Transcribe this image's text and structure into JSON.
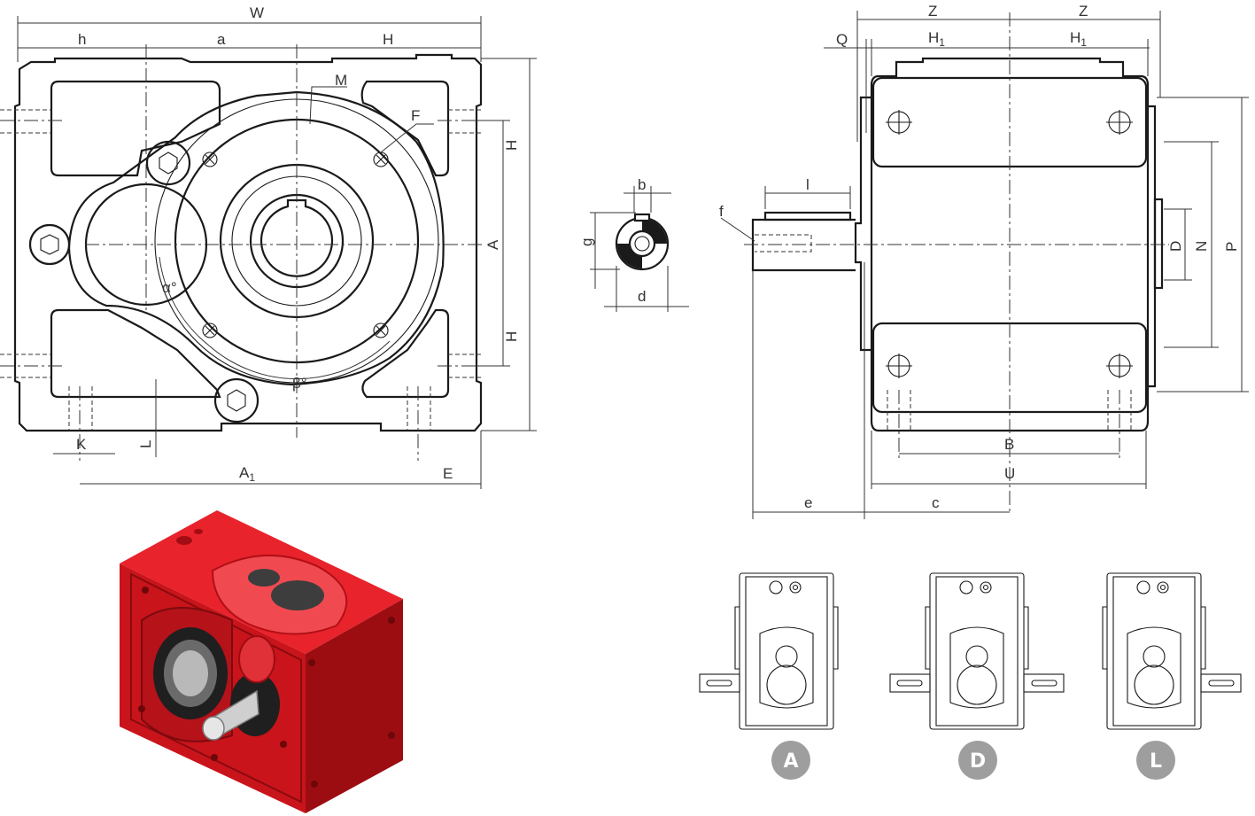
{
  "front_view": {
    "labels": {
      "W": "W",
      "h": "h",
      "a": "a",
      "H_top": "H",
      "M": "M",
      "F": "F",
      "H_upper": "H",
      "A": "A",
      "H_lower": "H",
      "alpha": "α°",
      "beta": "β°",
      "K": "K",
      "L": "L",
      "A1": "A",
      "A1_sub": "1",
      "E": "E"
    }
  },
  "shaft_detail": {
    "labels": {
      "b": "b",
      "g": "g",
      "d": "d"
    }
  },
  "side_view": {
    "labels": {
      "Z_left": "Z",
      "Z_right": "Z",
      "Q": "Q",
      "H1_left": "H",
      "H1_left_sub": "1",
      "H1_right": "H",
      "H1_right_sub": "1",
      "l": "l",
      "f": "f",
      "D": "D",
      "N": "N",
      "P": "P",
      "B": "B",
      "U": "U",
      "e": "e",
      "c": "c"
    }
  },
  "mounting_variants": [
    {
      "letter": "A"
    },
    {
      "letter": "D"
    },
    {
      "letter": "L"
    }
  ],
  "colors": {
    "housing_red": "#d9141c",
    "housing_shadow": "#9c0d12",
    "badge_gray": "#9e9e9e",
    "line": "#1a1a1a"
  }
}
